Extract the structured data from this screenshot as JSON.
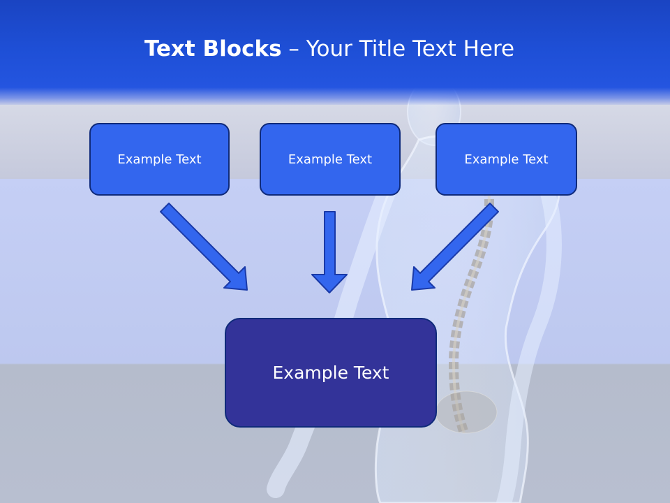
{
  "header": {
    "title_bold": "Text Blocks",
    "title_dash": " – ",
    "title_rest": "Your Title Text Here"
  },
  "blocks": {
    "left": "Example Text",
    "center": "Example Text",
    "right": "Example Text",
    "main": "Example Text"
  },
  "colors": {
    "header_blue": "#1e4fd6",
    "block_blue": "#3366ee",
    "main_block": "#333399",
    "arrow_fill": "#3366ee",
    "arrow_stroke": "#1a3aa8"
  },
  "decor": {
    "background_art": "translucent-skeleton-body-icon"
  }
}
